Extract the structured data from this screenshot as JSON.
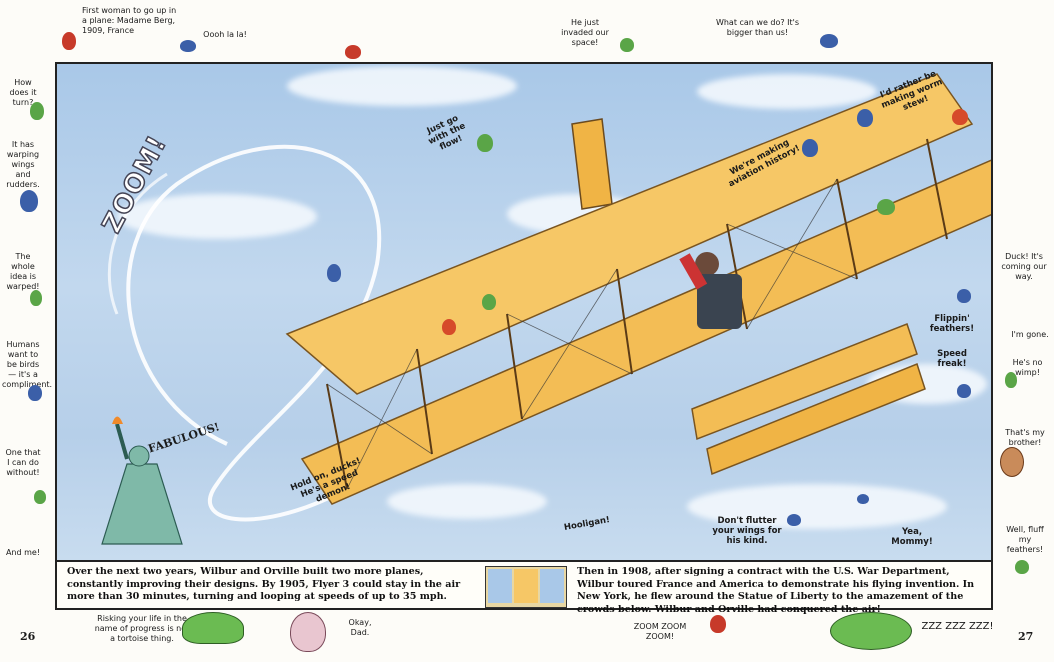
{
  "page_numbers": {
    "left": "26",
    "right": "27"
  },
  "top_notes": {
    "madame_berg": "First woman to go up in a plane: Madame Berg, 1909, France",
    "oooh": "Oooh la la!",
    "invaded": "He just invaded our space!",
    "what_can": "What can we do? It's bigger than us!"
  },
  "left_notes": [
    "How does it turn?",
    "It has warping wings and rudders.",
    "The whole idea is warped!",
    "Humans want to be birds — it's a compliment.",
    "One that I can do without!",
    "And me!"
  ],
  "right_notes": [
    "Duck! It's coming our way.",
    "I'm gone.",
    "He's no wimp!",
    "That's my brother!",
    "Well, fluff my feathers!"
  ],
  "sky_notes": {
    "zoom": "ZOOM!",
    "just_go": "Just go with the flow!",
    "making_history": "We're making aviation history!",
    "worm_stew": "I'd rather be making worm stew!",
    "fabulous": "FABULOUS!",
    "hold_on": "Hold on, ducks! He's a speed demon!",
    "hooligan": "Hooligan!",
    "dont_flutter": "Don't flutter your wings for his kind.",
    "yea_mommy": "Yea, Mommy!",
    "flippin": "Flippin' feathers!",
    "speed_freak": "Speed freak!"
  },
  "captions": {
    "left": "Over the next two years, Wilbur and Orville built two more planes, constantly improving their designs. By 1905, Flyer 3 could stay in the air more than 30 minutes, turning and looping at speeds of up to 35 mph.",
    "right": "Then in 1908, after signing a contract with the U.S. War Department, Wilbur toured France and America to demonstrate his flying invention. In New York, he flew around the Statue of Liberty to the amazement of the crowds below. Wilbur and Orville had conquered the air!"
  },
  "bottom_notes": {
    "tortoise": "Risking your life in the name of progress is not a tortoise thing.",
    "okay_dad": "Okay, Dad.",
    "zoom_zoom": "ZOOM ZOOM ZOOM!",
    "zzz": "ZZZ ZZZ ZZZ!"
  },
  "colors": {
    "sky": "#b6cfe9",
    "wing": "#f5c35a",
    "ink": "#222222"
  }
}
